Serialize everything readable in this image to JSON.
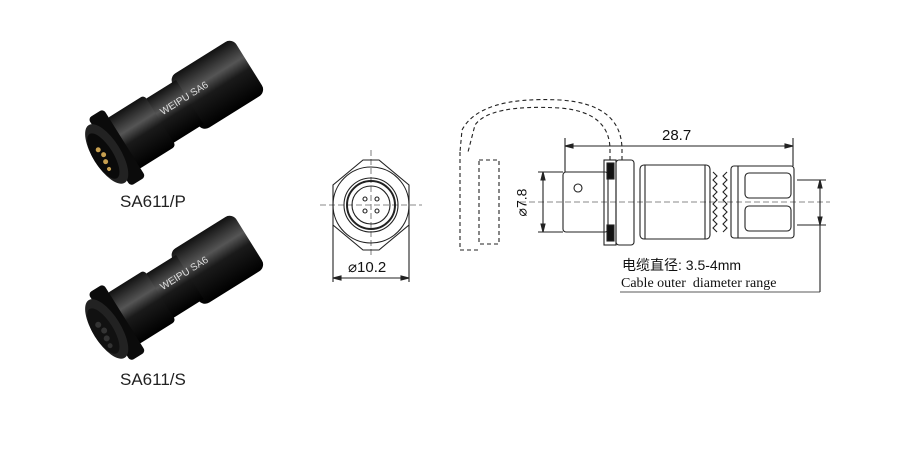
{
  "products": [
    {
      "model": "SA611/P",
      "brand_print": "WEIPU",
      "series_print": "SA6"
    },
    {
      "model": "SA611/S",
      "brand_print": "WEIPU",
      "series_print": "SA6"
    }
  ],
  "front_view": {
    "diameter_label": "⌀10.2"
  },
  "side_view": {
    "length_label": "28.7",
    "diameter_label": "⌀7.8",
    "cable_range_cn": "电缆直径: 3.5-4mm",
    "cable_range_en": "Cable outer  diameter range"
  }
}
